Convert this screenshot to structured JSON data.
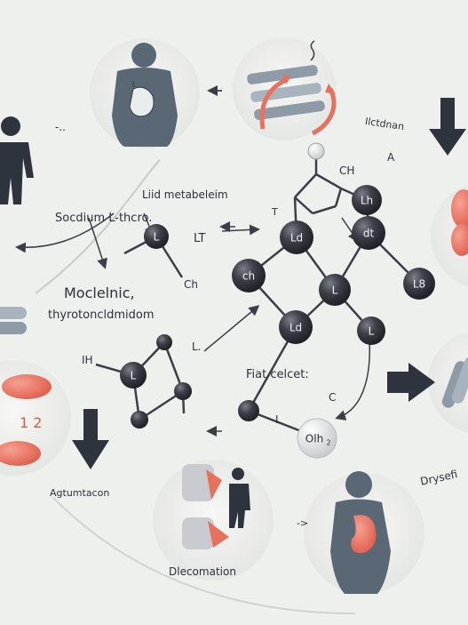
{
  "labels": {
    "lipid_metabolism": "Liid metabeleim",
    "sodium": "Socdium L-thcro.",
    "lt": "LT",
    "ch_small": "Ch",
    "molecular": "Moclelnic,",
    "thyro": "thyrotoncldmidom",
    "ih": "IH",
    "l_dot": "L.",
    "flat_select": "Fiat celcet:",
    "c_letter": "C",
    "t_letter": "T",
    "ch_top": "CH",
    "a_top": "A",
    "ictonian": "Ilctdnan",
    "dots": "-..",
    "l_stroke": "L",
    "dysfunction": "Drysefi",
    "agglutination": "Agtumtacon",
    "discoloration": "Dlecomation",
    "arrow_mid": "->",
    "one_two": "1 2"
  },
  "atoms": {
    "lh": "Lh",
    "dt": "dt",
    "l8": "L8",
    "ld1": "Ld",
    "ch": "ch",
    "l_center": "L",
    "ld2": "Ld",
    "l_small": "L",
    "l_left": "L",
    "l_right": "L",
    "olh": "Olh",
    "olh_sub": "2"
  },
  "colors": {
    "background": "#eef0ee",
    "atom": "#3b3e45",
    "accent_red": "#e8705f",
    "figure_dark": "#2e343d",
    "figure_grey": "#5a6775"
  }
}
